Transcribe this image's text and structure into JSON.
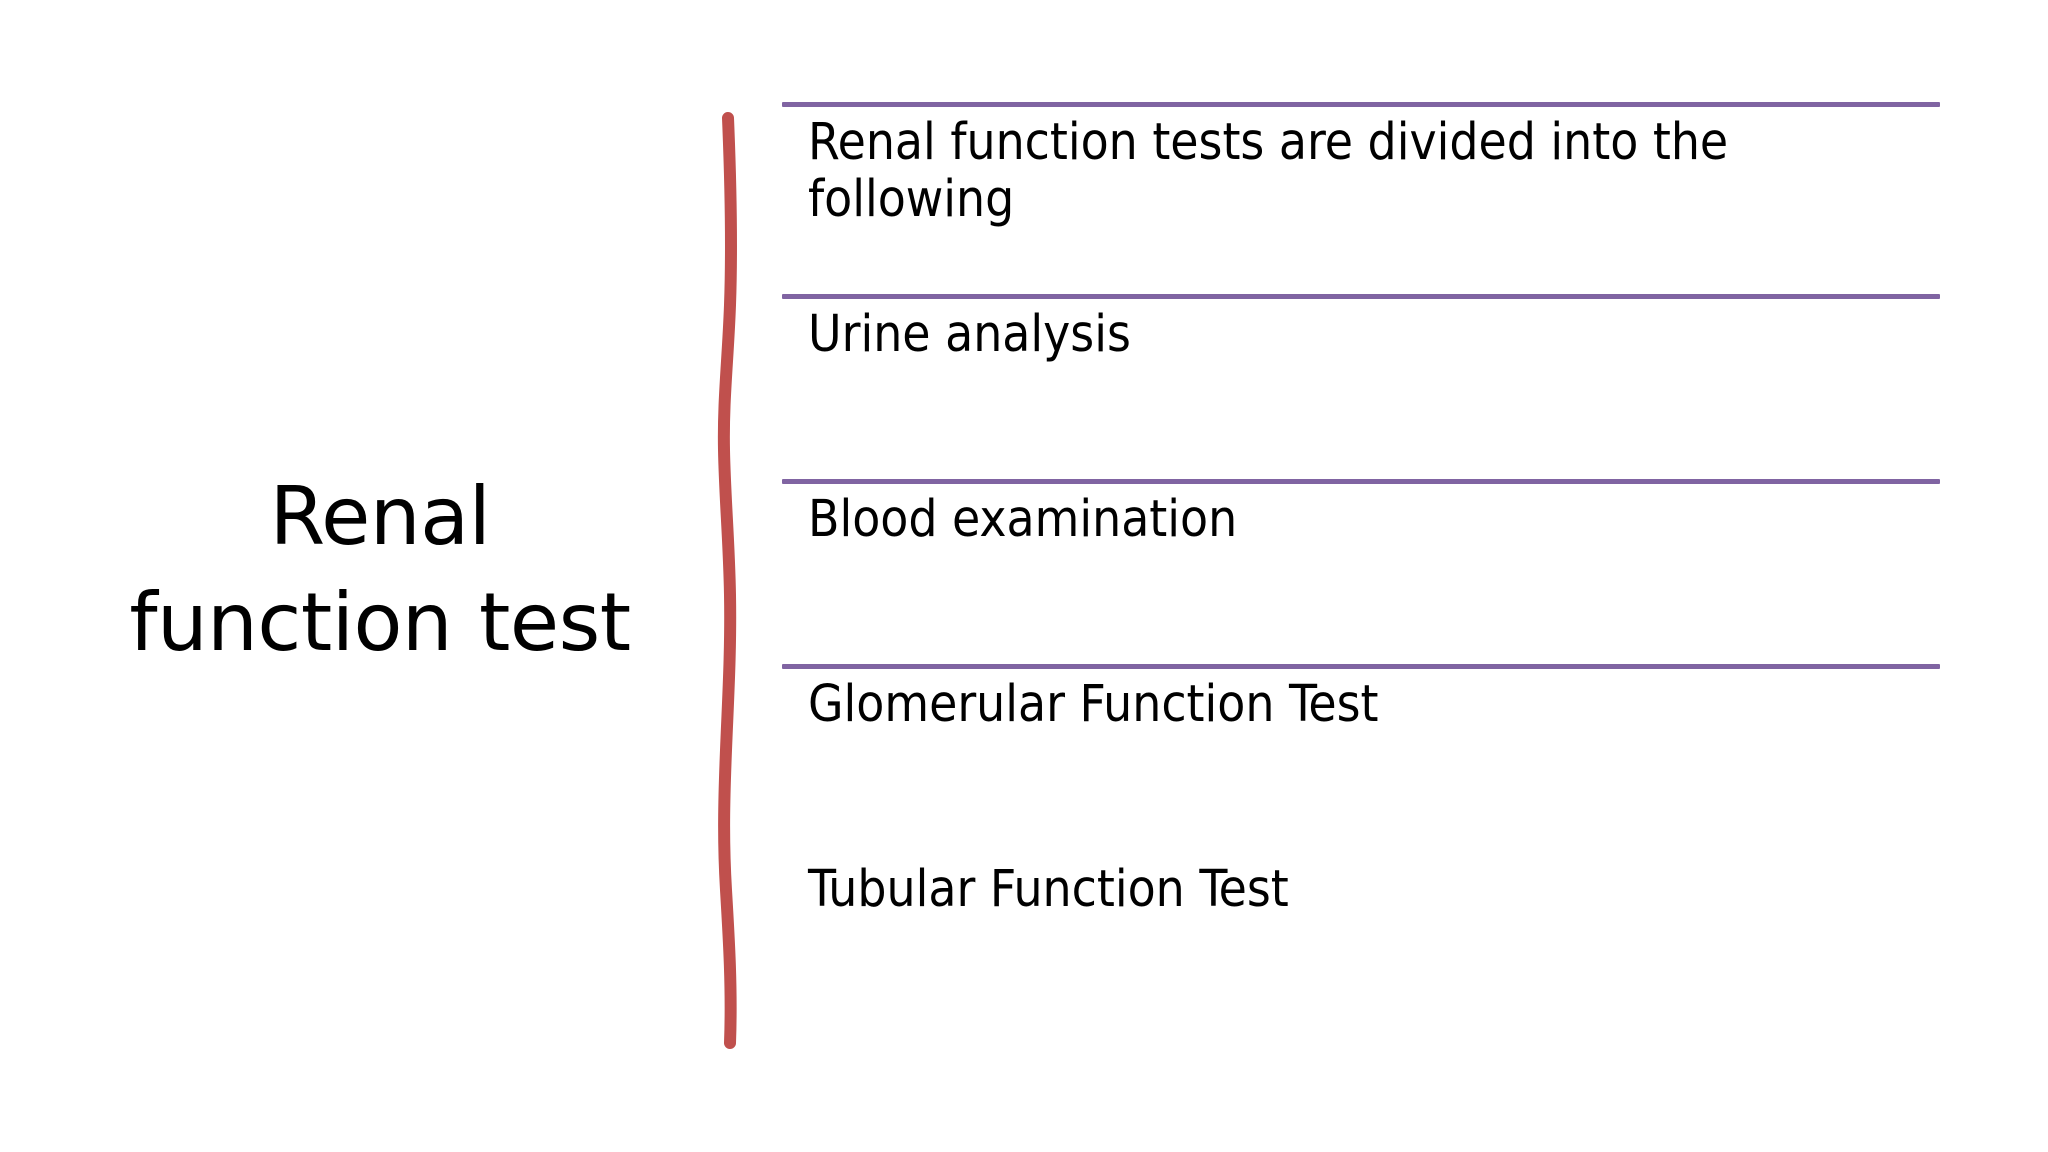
{
  "slide": {
    "background_color": "#ffffff",
    "title": "Renal function test",
    "accent_rule_color": "#8064a2",
    "accent_stroke_color": "#c0504d",
    "text_color": "#000000"
  },
  "list": {
    "items": [
      {
        "text": "Renal function tests are divided into the following",
        "has_rule_above": true
      },
      {
        "text": "Urine analysis",
        "has_rule_above": true
      },
      {
        "text": "Blood examination",
        "has_rule_above": true
      },
      {
        "text": "Glomerular Function Test",
        "has_rule_above": true
      },
      {
        "text": "Tubular Function Test",
        "has_rule_above": true
      }
    ]
  },
  "decor": {
    "vertical_stroke_name": "red-curved-stroke"
  }
}
